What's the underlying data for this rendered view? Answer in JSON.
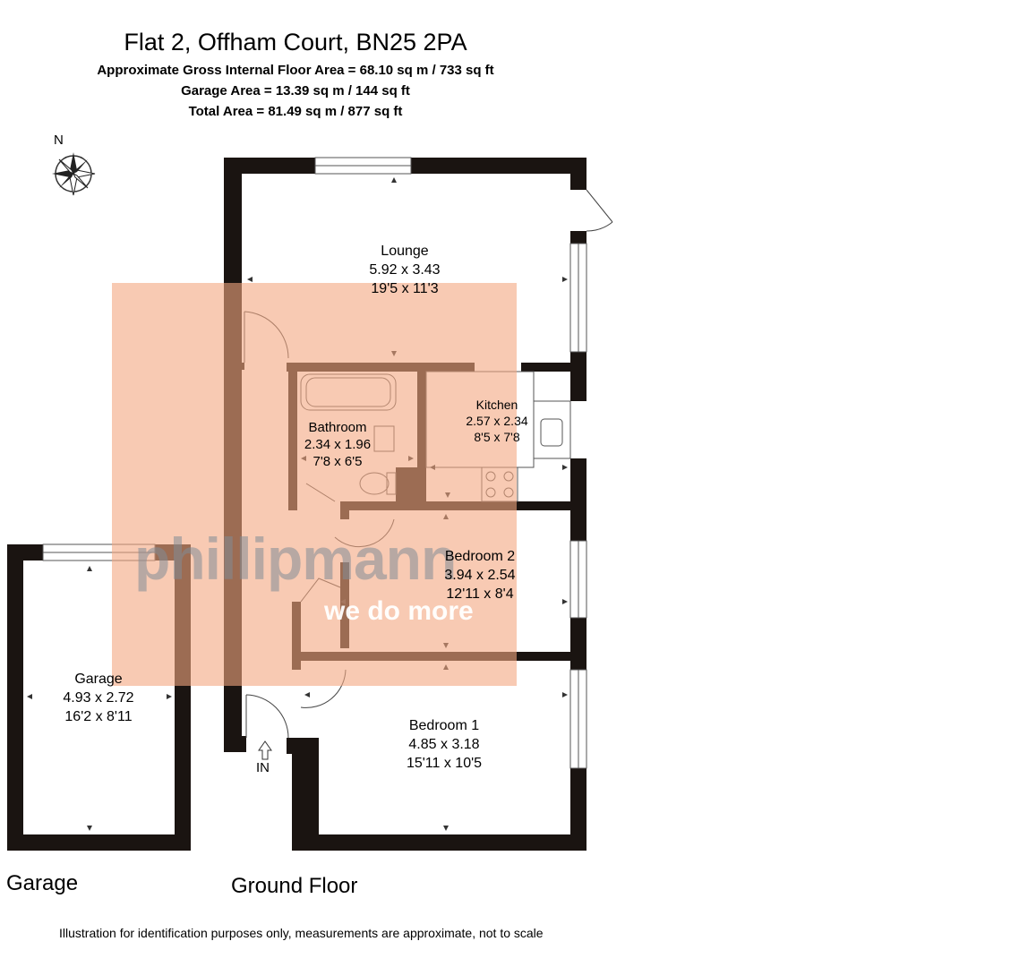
{
  "header": {
    "title": "Flat 2, Offham Court, BN25 2PA",
    "gross_area": "Approximate Gross Internal Floor Area = 68.10 sq m / 733 sq ft",
    "garage_area": "Garage Area = 13.39 sq m / 144 sq ft",
    "total_area": "Total Area = 81.49 sq m / 877 sq ft"
  },
  "compass": {
    "label": "N"
  },
  "rooms": {
    "lounge": {
      "name": "Lounge",
      "metric": "5.92 x 3.43",
      "imperial": "19'5 x 11'3"
    },
    "kitchen": {
      "name": "Kitchen",
      "metric": "2.57 x 2.34",
      "imperial": "8'5 x 7'8"
    },
    "bathroom": {
      "name": "Bathroom",
      "metric": "2.34 x 1.96",
      "imperial": "7'8 x 6'5"
    },
    "bedroom2": {
      "name": "Bedroom 2",
      "metric": "3.94 x 2.54",
      "imperial": "12'11 x 8'4"
    },
    "bedroom1": {
      "name": "Bedroom 1",
      "metric": "4.85 x 3.18",
      "imperial": "15'11 x 10'5"
    },
    "garage": {
      "name": "Garage",
      "metric": "4.93 x 2.72",
      "imperial": "16'2 x 8'11"
    }
  },
  "entrance": {
    "label": "IN"
  },
  "floors": {
    "garage": "Garage",
    "ground": "Ground Floor"
  },
  "watermark": {
    "brand": "phillipmann",
    "tagline": "we do more"
  },
  "footer": {
    "disclaimer": "Illustration for identification purposes only, measurements are approximate, not to scale"
  },
  "colors": {
    "wall": "#1a1411",
    "overlay": "#f4a781"
  }
}
